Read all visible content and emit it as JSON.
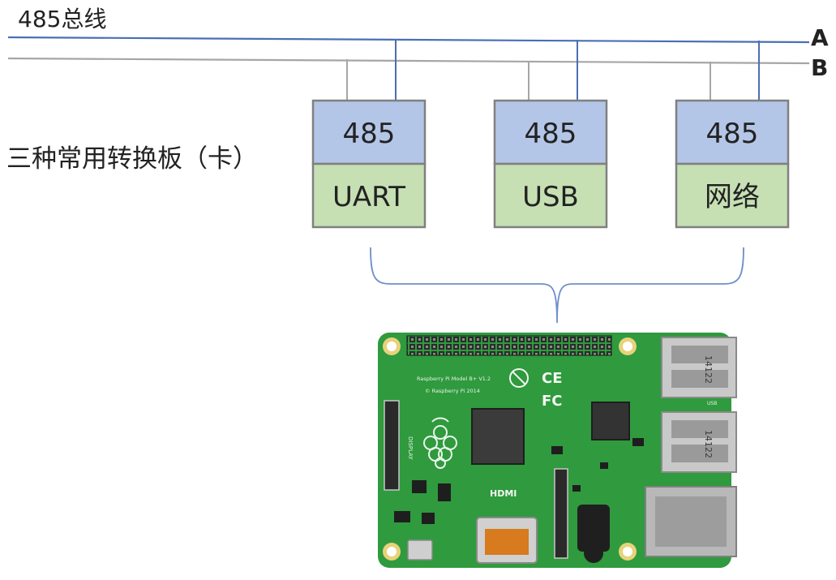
{
  "bus": {
    "title": "485总线",
    "line_a_label": "A",
    "line_b_label": "B",
    "line_a_color": "#4a6fb5",
    "line_b_color": "#a6a6a6"
  },
  "converters": {
    "caption": "三种常用转换板（卡）",
    "top_color": "#b4c6e7",
    "bottom_color": "#c6e0b4",
    "border_color": "#808080",
    "boards": [
      {
        "top_label": "485",
        "bottom_label": "UART"
      },
      {
        "top_label": "485",
        "bottom_label": "USB"
      },
      {
        "top_label": "485",
        "bottom_label": "网络"
      }
    ]
  },
  "board_image": {
    "pcb_color": "#2f9a3e",
    "silkscreen_model": "Raspberry Pi Model B+ V1.2",
    "silkscreen_copyright": "© Raspberry Pi 2014",
    "hdmi_label": "HDMI",
    "usb_label": "USB",
    "usb_code": "14122",
    "display_label": "DISPLAY"
  }
}
